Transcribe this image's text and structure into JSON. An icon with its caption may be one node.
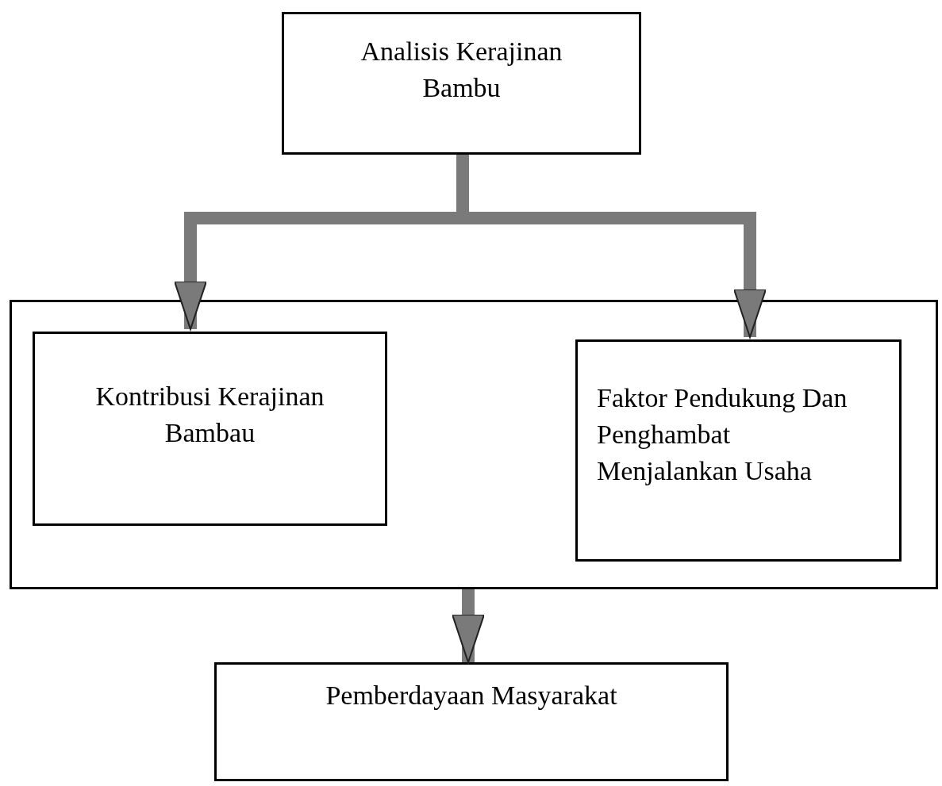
{
  "diagram": {
    "nodes": [
      {
        "text": [
          "Analisis Kerajinan Bambu"
        ]
      },
      {
        "text": [],
        "shape": "box"
      },
      {
        "text": [
          "Kontribusi Kerajinan Bambau"
        ],
        "in": 1
      },
      {
        "text": [
          "Faktor Pendukung Dan Penghambat Menjalankan Usaha"
        ],
        "in": 1
      },
      {
        "text": [
          "Pemberdayaan Masyarakat"
        ]
      }
    ],
    "edges": [
      {
        "from": 0,
        "to": 2,
        "arrow": "to"
      },
      {
        "from": 0,
        "to": 3,
        "arrow": "to"
      },
      {
        "from": 1,
        "to": 4,
        "arrow": "to"
      }
    ]
  }
}
